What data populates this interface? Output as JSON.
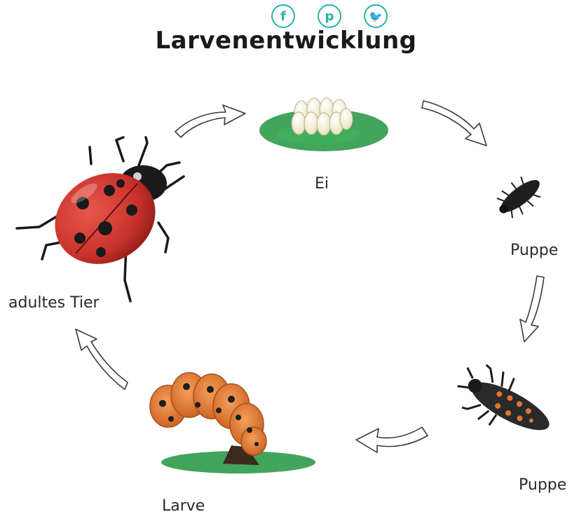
{
  "title": "Larvenentwicklung",
  "share_icons": [
    {
      "name": "facebook-icon",
      "glyph": "f"
    },
    {
      "name": "pinterest-icon",
      "glyph": "p"
    },
    {
      "name": "twitter-icon",
      "glyph": "🐦"
    }
  ],
  "stages": {
    "egg": "Ei",
    "larva_young": "Puppe",
    "larva_old": "Puppe",
    "pupa": "Larve",
    "adult": "adultes Tier"
  },
  "colors": {
    "accent": "#21b6a8",
    "ladybug_red": "#c8312b",
    "grass": "#2f9a4a",
    "pupa_orange": "#e0762c"
  }
}
